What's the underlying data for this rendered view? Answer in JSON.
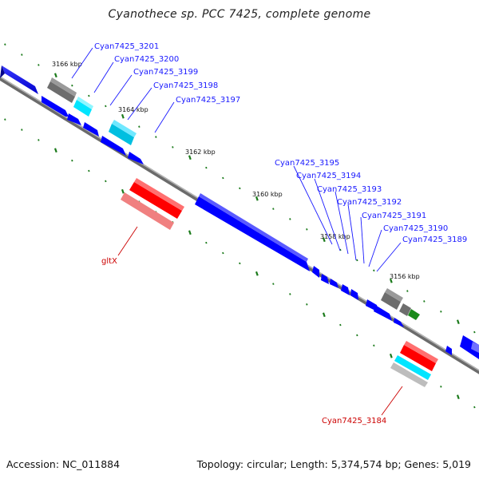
{
  "title": "Cyanothece sp. PCC 7425, complete genome",
  "footer": {
    "accession": "Accession: NC_011884",
    "summary": "Topology: circular; Length: 5,374,574 bp; Genes: 5,019"
  },
  "scale_labels": [
    "3166 kbp",
    "3164 kbp",
    "3162 kbp",
    "3160 kbp",
    "3158 kbp",
    "3156 kbp"
  ],
  "gene_labels": {
    "Cyan7425_3201": "Cyan7425_3201",
    "Cyan7425_3200": "Cyan7425_3200",
    "Cyan7425_3199": "Cyan7425_3199",
    "Cyan7425_3198": "Cyan7425_3198",
    "Cyan7425_3197": "Cyan7425_3197",
    "Cyan7425_3195": "Cyan7425_3195",
    "Cyan7425_3194": "Cyan7425_3194",
    "Cyan7425_3193": "Cyan7425_3193",
    "Cyan7425_3192": "Cyan7425_3192",
    "Cyan7425_3191": "Cyan7425_3191",
    "Cyan7425_3190": "Cyan7425_3190",
    "Cyan7425_3189": "Cyan7425_3189",
    "gltX": "gltX",
    "Cyan7425_3184": "Cyan7425_3184"
  },
  "colors": {
    "cds_forward": "#0000ff",
    "cds_reverse": "#0000ff",
    "trna": "#ff0000",
    "rrna_like": "#00e5ff",
    "grey_feature": "#777777",
    "green_feature": "#1a8a1a",
    "backbone": "#8a8a8a",
    "tick": "#1a7a1a"
  }
}
